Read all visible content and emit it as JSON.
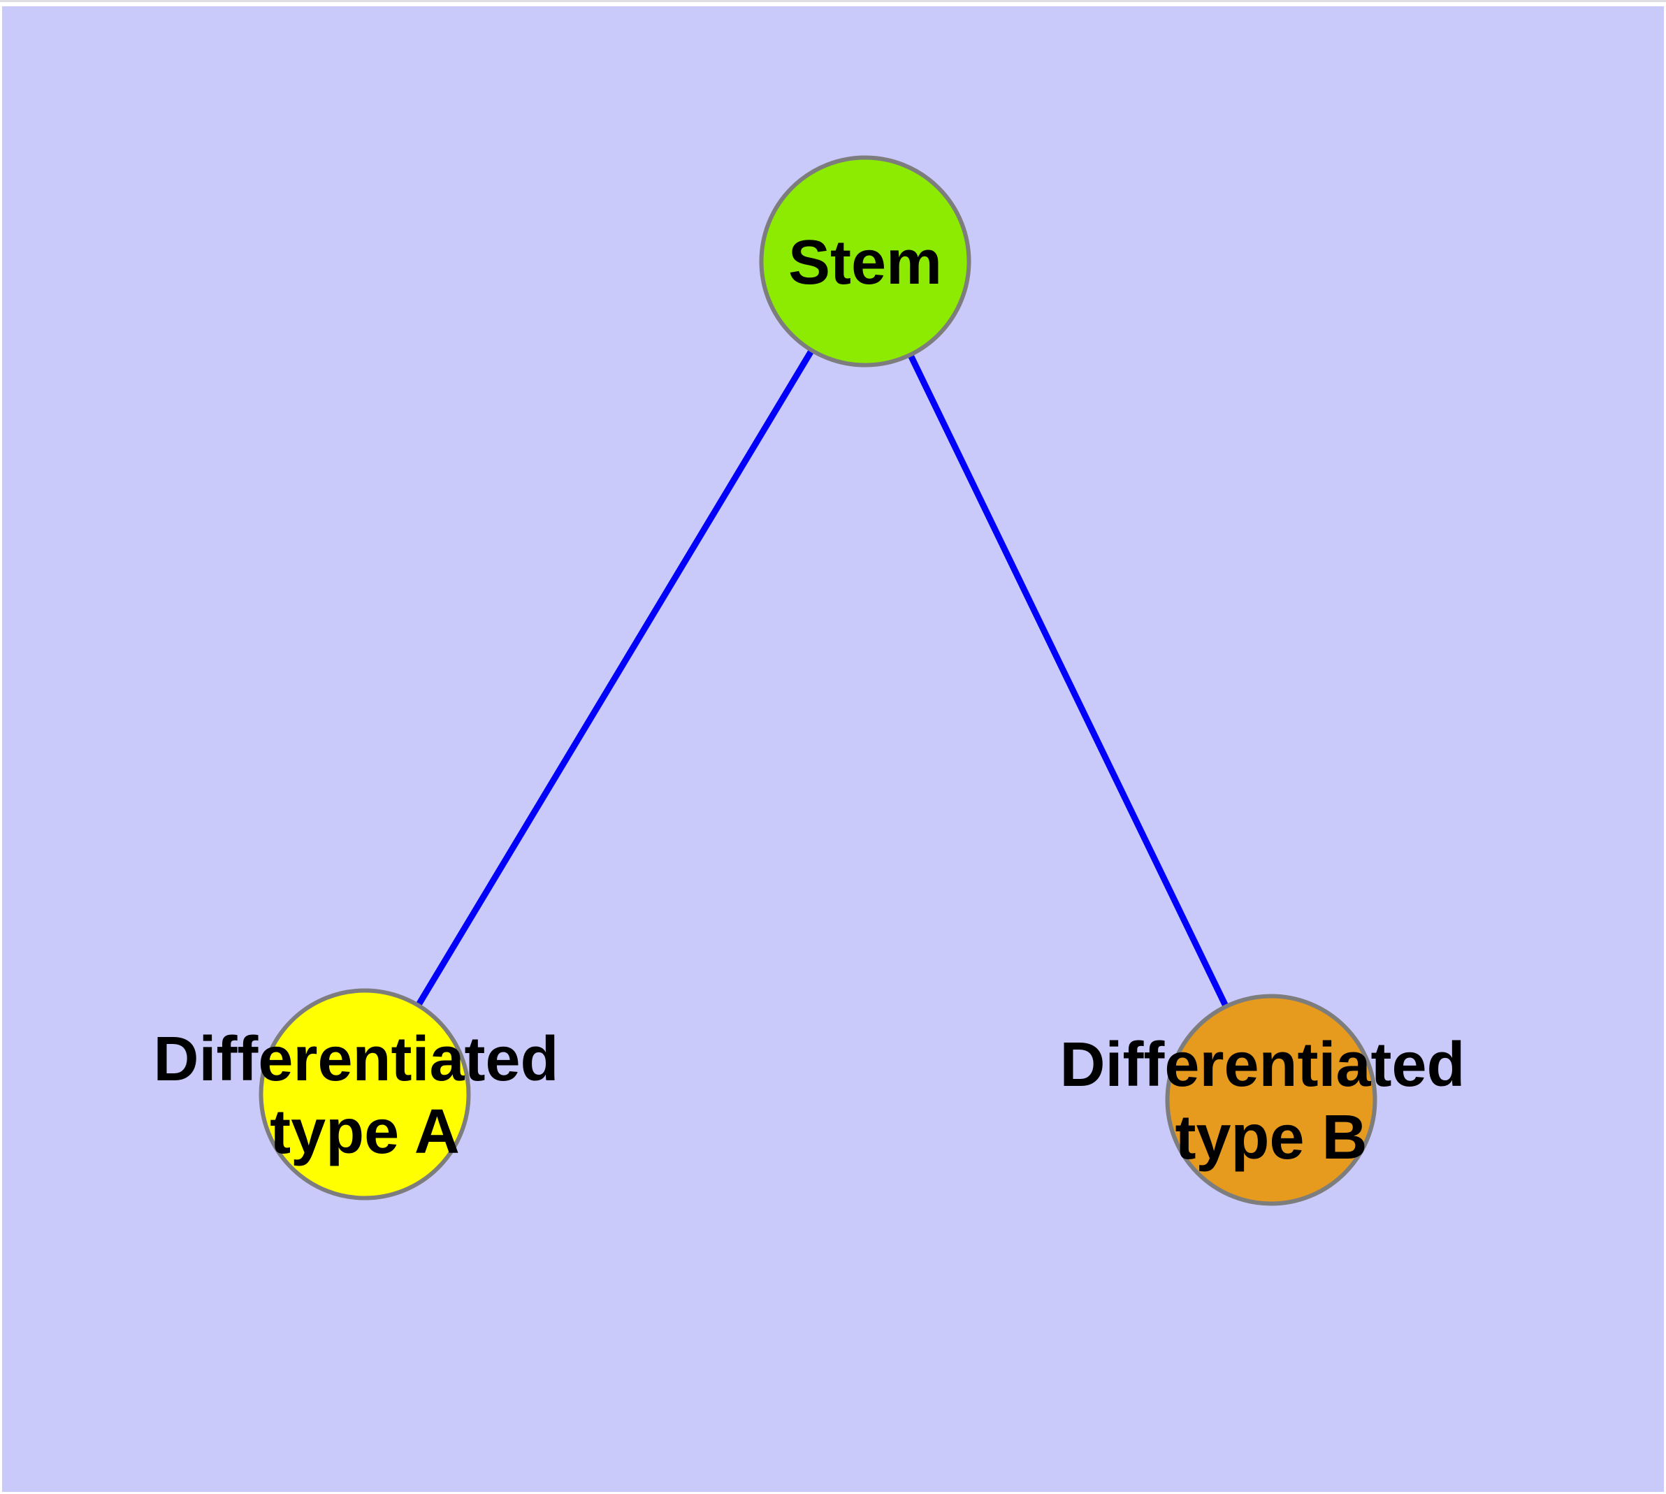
{
  "diagram": {
    "background_color": "#c9c9fa",
    "frame_color": "#ffffff",
    "top_strip_color": "#dddde2",
    "edge_color": "#0000fb",
    "node_border_color": "#7d7d7d",
    "label_color": "#000000",
    "nodes": [
      {
        "id": "stem",
        "label": "Stem",
        "line1": "Stem",
        "line2": "",
        "fill": "#8ceb00"
      },
      {
        "id": "differentiated-type-a",
        "label": "Differentiated type A",
        "line1": "Differentiated",
        "line2": "type A",
        "fill": "#ffff00"
      },
      {
        "id": "differentiated-type-b",
        "label": "Differentiated type B",
        "line1": "Differentiated",
        "line2": "type B",
        "fill": "#e69a1e"
      }
    ],
    "edges": [
      {
        "from": "Stem",
        "to": "Differentiated type A"
      },
      {
        "from": "Stem",
        "to": "Differentiated type B"
      }
    ]
  }
}
